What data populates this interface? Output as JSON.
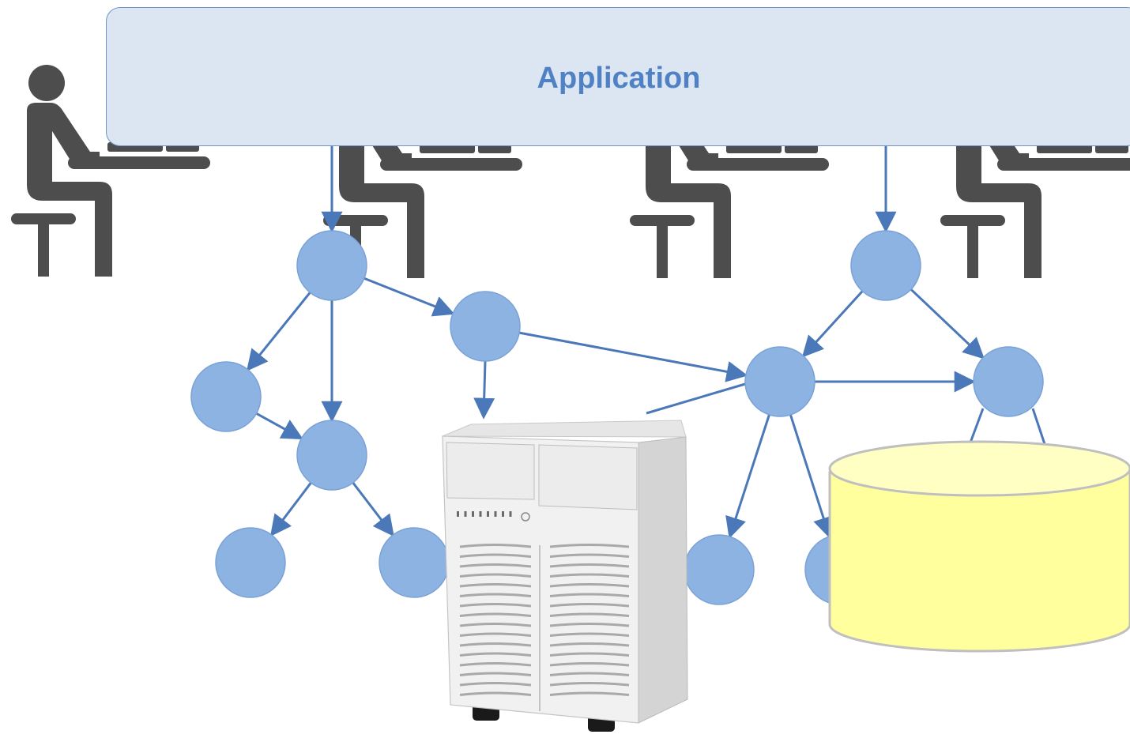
{
  "diagram": {
    "banner": {
      "label": "Application"
    },
    "colors": {
      "banner_fill": "#dce6f2",
      "banner_border": "#6f93c6",
      "banner_text": "#4f81c4",
      "node_fill": "#8db3e2",
      "edge": "#4a78b8",
      "person": "#4d4d4d",
      "database_fill": "#ffff9e",
      "server_body": "#ececec"
    },
    "icons": [
      "person-at-desk-icon",
      "tower-server-icon",
      "database-cylinder-icon"
    ],
    "users": [
      {
        "id": "user-1"
      },
      {
        "id": "user-2"
      },
      {
        "id": "user-3"
      },
      {
        "id": "user-4"
      }
    ],
    "nodes": [
      {
        "id": "n-a"
      },
      {
        "id": "n-b"
      },
      {
        "id": "n-c"
      },
      {
        "id": "n-d"
      },
      {
        "id": "n-e"
      },
      {
        "id": "n-f"
      },
      {
        "id": "n-g"
      },
      {
        "id": "n-h"
      },
      {
        "id": "n-i"
      },
      {
        "id": "n-j"
      },
      {
        "id": "n-k"
      },
      {
        "id": "n-l"
      }
    ],
    "edges": [
      {
        "from": "app",
        "to": "n-a"
      },
      {
        "from": "app",
        "to": "n-h"
      },
      {
        "from": "n-a",
        "to": "n-b"
      },
      {
        "from": "n-a",
        "to": "n-c"
      },
      {
        "from": "n-a",
        "to": "n-d"
      },
      {
        "from": "n-c",
        "to": "n-d"
      },
      {
        "from": "n-b",
        "to": "n-i"
      },
      {
        "from": "n-b",
        "to": "server"
      },
      {
        "from": "n-d",
        "to": "n-e"
      },
      {
        "from": "n-d",
        "to": "n-f"
      },
      {
        "from": "n-h",
        "to": "n-i"
      },
      {
        "from": "n-h",
        "to": "n-j"
      },
      {
        "from": "n-i",
        "to": "n-j"
      },
      {
        "from": "n-i",
        "to": "server"
      },
      {
        "from": "n-i",
        "to": "n-k"
      },
      {
        "from": "n-i",
        "to": "n-l"
      },
      {
        "from": "n-j",
        "to": "database"
      }
    ]
  }
}
